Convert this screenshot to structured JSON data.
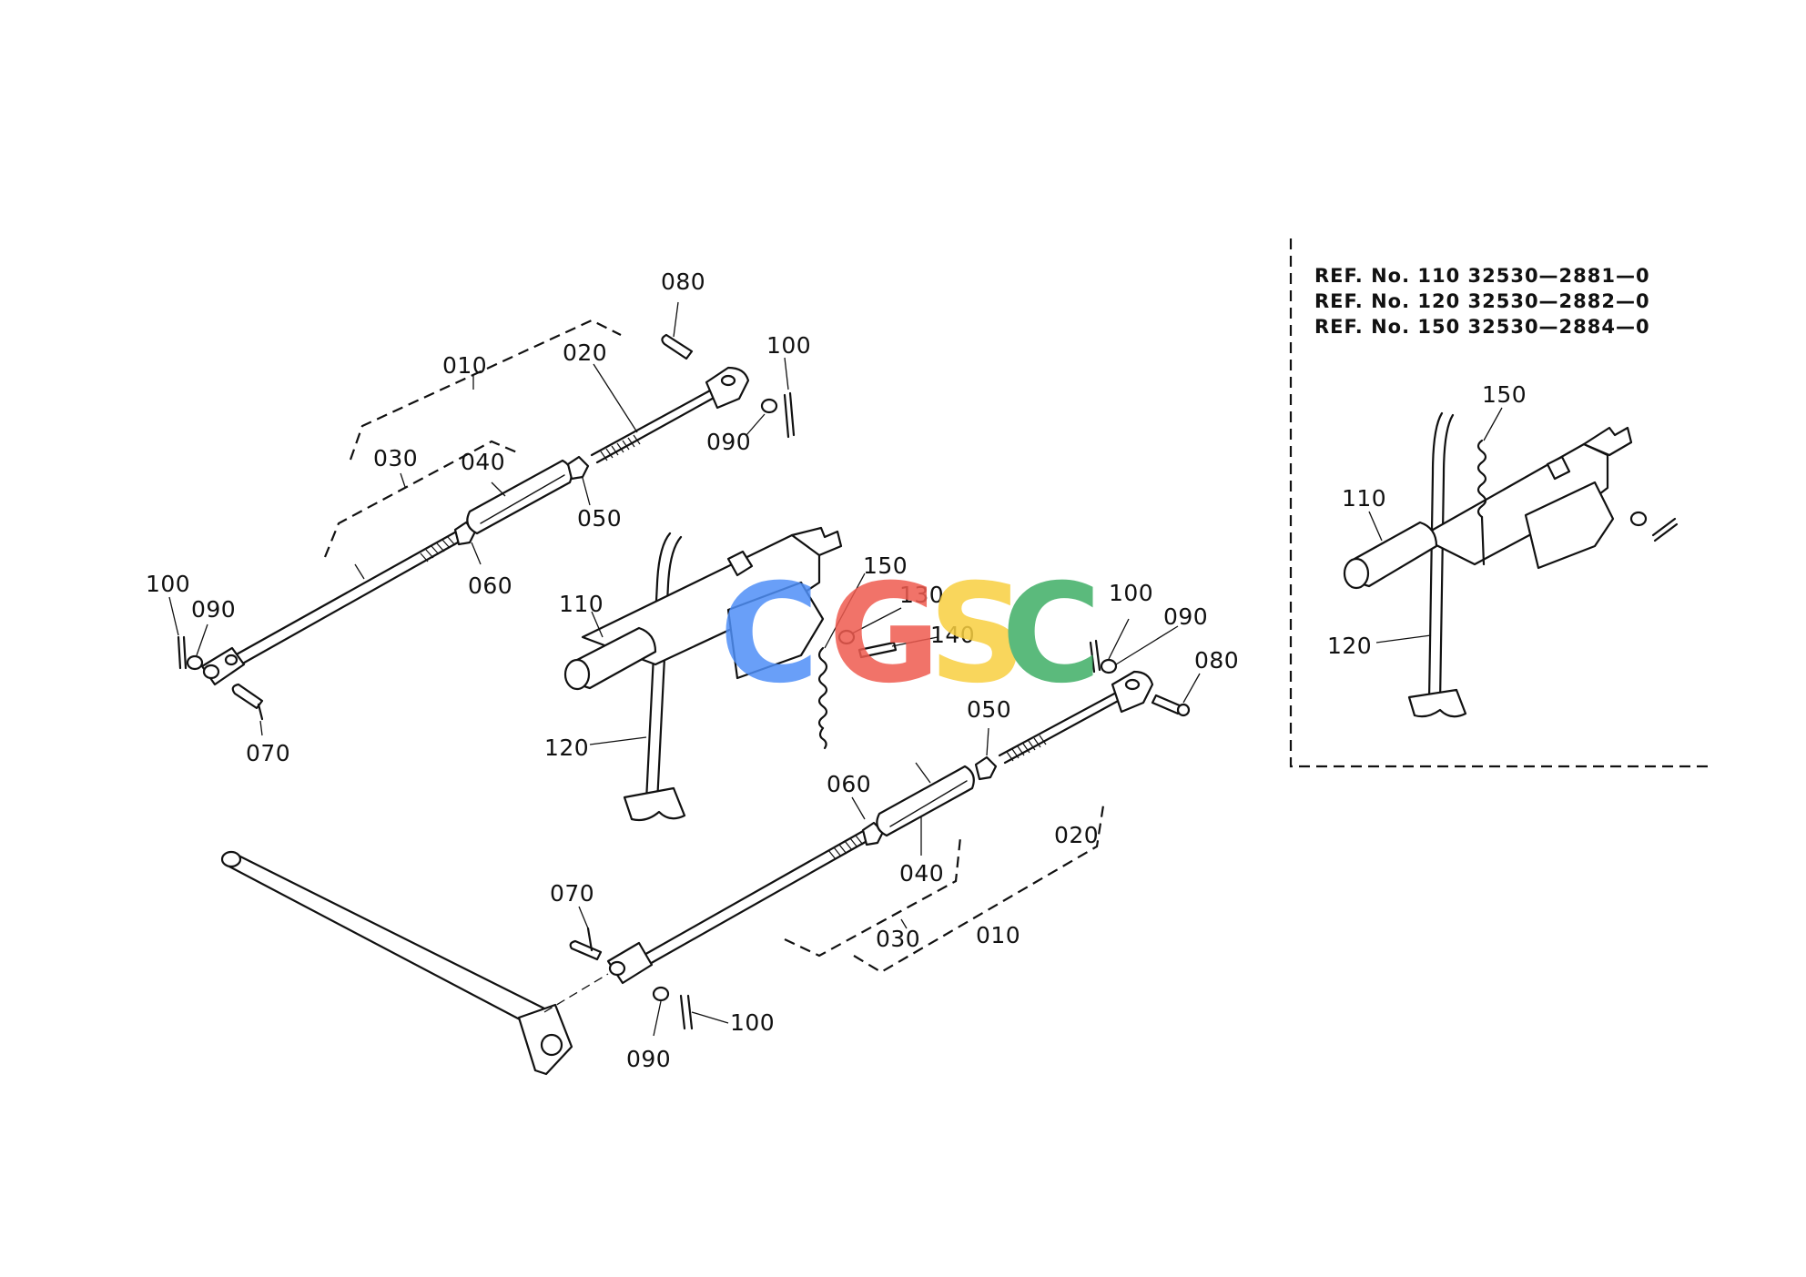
{
  "callouts": {
    "top_010": "010",
    "top_020": "020",
    "top_030": "030",
    "top_040": "040",
    "top_050": "050",
    "top_060": "060",
    "top_070": "070",
    "top_080": "080",
    "top_090_left": "090",
    "top_090_right": "090",
    "top_100_left": "100",
    "top_100_right": "100",
    "mid_110": "110",
    "mid_120": "120",
    "mid_130": "130",
    "mid_140": "140",
    "mid_150": "150",
    "bot_010": "010",
    "bot_020": "020",
    "bot_030": "030",
    "bot_040": "040",
    "bot_050": "050",
    "bot_060": "060",
    "bot_070": "070",
    "bot_080": "080",
    "bot_090_left": "090",
    "bot_090_right": "090",
    "bot_100_left": "100",
    "bot_100_right": "100",
    "inset_110": "110",
    "inset_120": "120",
    "inset_150": "150"
  },
  "inset": {
    "ref_lines": [
      "REF. No. 110  32530—2881—0",
      "REF. No. 120  32530—2882—0",
      "REF. No. 150  32530—2884—0"
    ]
  },
  "watermark": {
    "letters": [
      "C",
      "G",
      "S",
      "C"
    ],
    "colors": [
      "#4f8ff7",
      "#ef5b50",
      "#f8cf40",
      "#3fae66"
    ]
  }
}
